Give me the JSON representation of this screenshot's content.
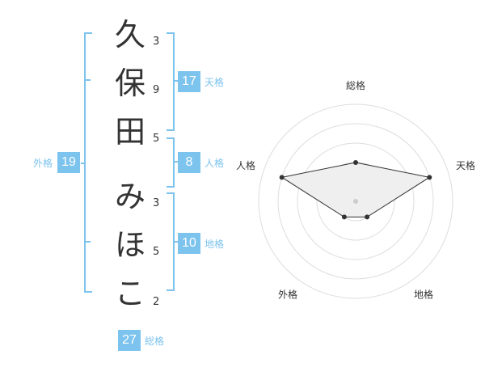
{
  "name": {
    "characters": [
      {
        "char": "久",
        "strokes": "3"
      },
      {
        "char": "保",
        "strokes": "9"
      },
      {
        "char": "田",
        "strokes": "5"
      },
      {
        "char": "み",
        "strokes": "3"
      },
      {
        "char": "ほ",
        "strokes": "5"
      },
      {
        "char": "こ",
        "strokes": "2"
      }
    ]
  },
  "fortunes": {
    "tenkaku": {
      "label": "天格",
      "value": "17"
    },
    "jinkaku": {
      "label": "人格",
      "value": "8"
    },
    "chikaku": {
      "label": "地格",
      "value": "10"
    },
    "gaikaku": {
      "label": "外格",
      "value": "19"
    },
    "soukaku": {
      "label": "総格",
      "value": "27"
    }
  },
  "radar": {
    "axes": [
      "総格",
      "天格",
      "地格",
      "外格",
      "人格"
    ],
    "values": [
      2,
      4,
      1,
      1,
      4
    ],
    "max": 5,
    "colors": {
      "fill": "#efefef",
      "line": "#333333",
      "ring": "#dddddd",
      "center": "#cccccc"
    }
  },
  "colors": {
    "accent": "#7cc3ee"
  }
}
